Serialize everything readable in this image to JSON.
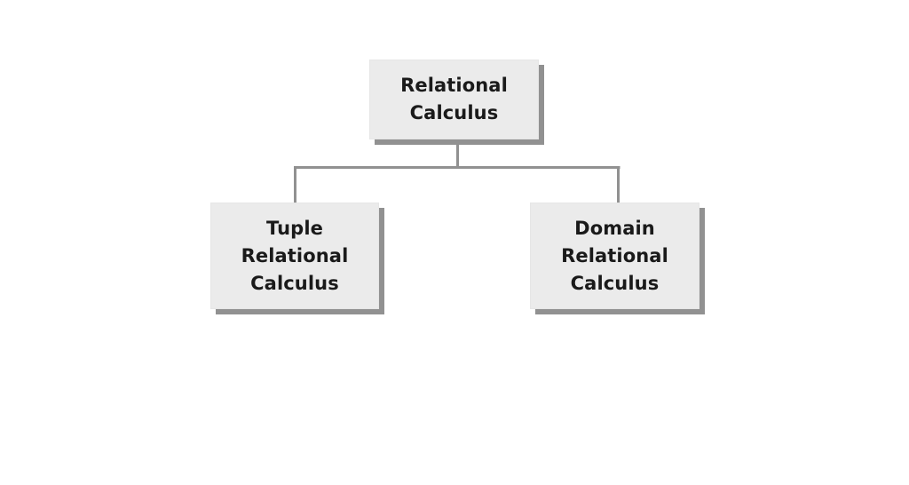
{
  "diagram": {
    "type": "hierarchy-tree",
    "background_color": "#ffffff",
    "node_fill_color": "#ebebeb",
    "node_shadow_color": "#919191",
    "connector_color": "#919191",
    "text_color": "#1a1a1a",
    "root": {
      "id": "relational-calculus",
      "label": "Relational\nCalculus",
      "lines": [
        "Relational",
        "Calculus"
      ]
    },
    "children": [
      {
        "id": "tuple-relational-calculus",
        "label": "Tuple\nRelational\nCalculus",
        "lines": [
          "Tuple",
          "Relational",
          "Calculus"
        ]
      },
      {
        "id": "domain-relational-calculus",
        "label": "Domain\nRelational\nCalculus",
        "lines": [
          "Domain",
          "Relational",
          "Calculus"
        ]
      }
    ]
  }
}
